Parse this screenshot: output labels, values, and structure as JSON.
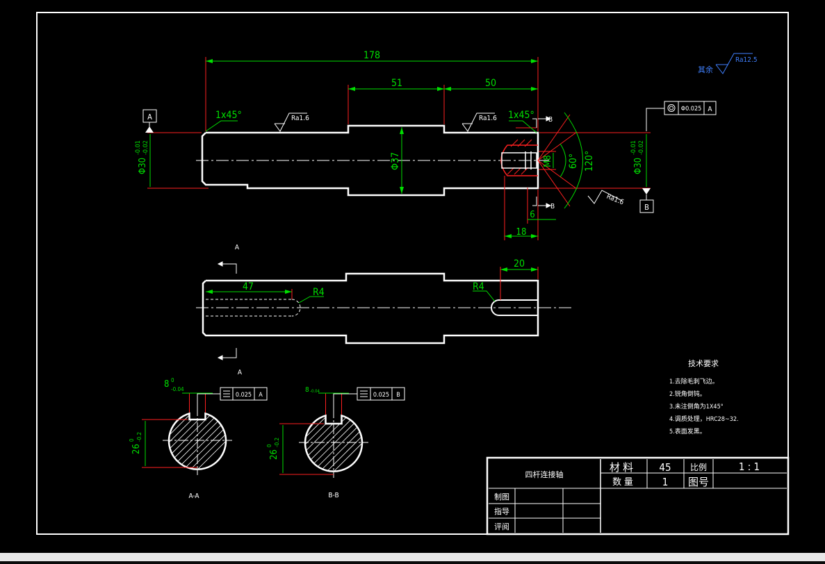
{
  "colors": {
    "background": "#000000",
    "outline": "#ffffff",
    "dimension": "#00e000",
    "extension": "#ff2020",
    "centerline": "#ffffff"
  },
  "main_view": {
    "dims": {
      "overall": "178",
      "mid": "51",
      "right": "50",
      "chamfer_left": "1x45°",
      "chamfer_right": "1x45°",
      "dia_mid": "Φ37",
      "thread": "M8",
      "depth_small": "6",
      "depth_large": "18",
      "angle_small": "60°",
      "angle_large": "120°"
    },
    "dia_left": {
      "main": "Φ30",
      "upper": "-0.01",
      "lower": "-0.02"
    },
    "dia_right": {
      "main": "Φ30",
      "upper": "-0.01",
      "lower": "-0.02"
    },
    "roughness": [
      "Ra1.6",
      "Ra1.6",
      "Ra1.6"
    ],
    "datum_a": "A",
    "datum_b": "B",
    "section_mark": "B",
    "tolerance_frame": {
      "value": "Φ0.025",
      "datum": "A"
    }
  },
  "remaining_roughness": {
    "label": "其余",
    "value": "Ra12.5"
  },
  "key_view": {
    "section_mark": "A",
    "length_47": "47",
    "radius_left": "R4",
    "radius_right": "R4",
    "length_20": "20"
  },
  "section_aa": {
    "title": "A-A",
    "width": {
      "main": "8",
      "upper": "0",
      "lower": "-0.04"
    },
    "depth": {
      "main": "26",
      "upper": "0",
      "lower": "-0.2"
    },
    "frame": {
      "value": "0.025",
      "datum": "A"
    }
  },
  "section_bb": {
    "title": "B-B",
    "width": {
      "main": "8",
      "upper": "",
      "lower": "-0.04"
    },
    "depth": {
      "main": "26",
      "upper": "0",
      "lower": "-0.2"
    },
    "frame": {
      "value": "0.025",
      "datum": "B"
    }
  },
  "tech_requirements": {
    "title": "技术要求",
    "items": [
      "1.去除毛刺飞边。",
      "2.锐角倒钝。",
      "3.未注倒角为1X45°",
      "4.调质处理，HRC28~32.",
      "5.表面发黑。"
    ]
  },
  "title_block": {
    "part_name": "四杆连接轴",
    "material_label": "材 料",
    "material_value": "45",
    "scale_label": "比例",
    "scale_value": "1 : 1",
    "quantity_label": "数 量",
    "quantity_value": "1",
    "drawing_no_label": "图号",
    "rows": [
      "制图",
      "指导",
      "评阅"
    ]
  }
}
